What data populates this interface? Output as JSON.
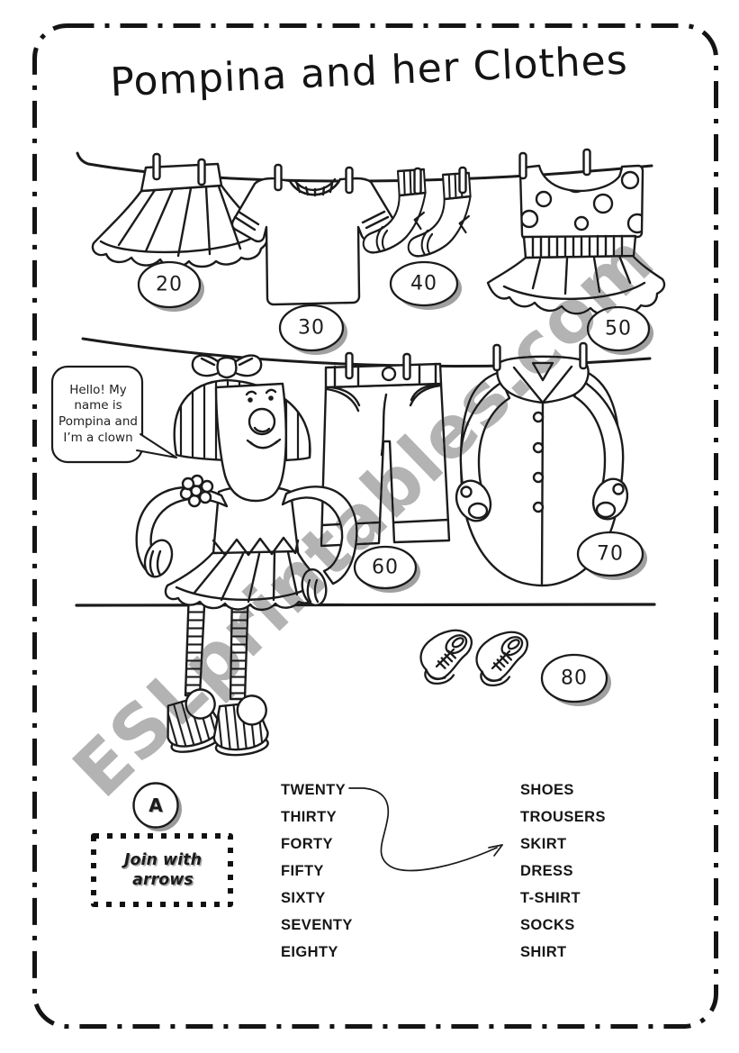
{
  "title": "Pompina and her Clothes",
  "watermark": "ESLprintables.com",
  "speech_bubble": "Hello! My name is Pompina and I’m a clown",
  "tags": {
    "skirt": "20",
    "tshirt": "30",
    "socks": "40",
    "dress": "50",
    "trousers": "60",
    "shirt": "70",
    "shoes": "80"
  },
  "exercise": {
    "badge": "A",
    "instruction": "Join with arrows",
    "numbers": [
      "TWENTY",
      "THIRTY",
      "FORTY",
      "FIFTY",
      "SIXTY",
      "SEVENTY",
      "EIGHTY"
    ],
    "clothes": [
      "SHOES",
      "TROUSERS",
      "SKIRT",
      "DRESS",
      "T-SHIRT",
      "SOCKS",
      "SHIRT"
    ],
    "example": {
      "from": "TWENTY",
      "to": "SKIRT"
    }
  },
  "colors": {
    "ink": "#1b1b1b",
    "shadow": "#a0a0a0",
    "watermark": "#a9a9a9"
  }
}
